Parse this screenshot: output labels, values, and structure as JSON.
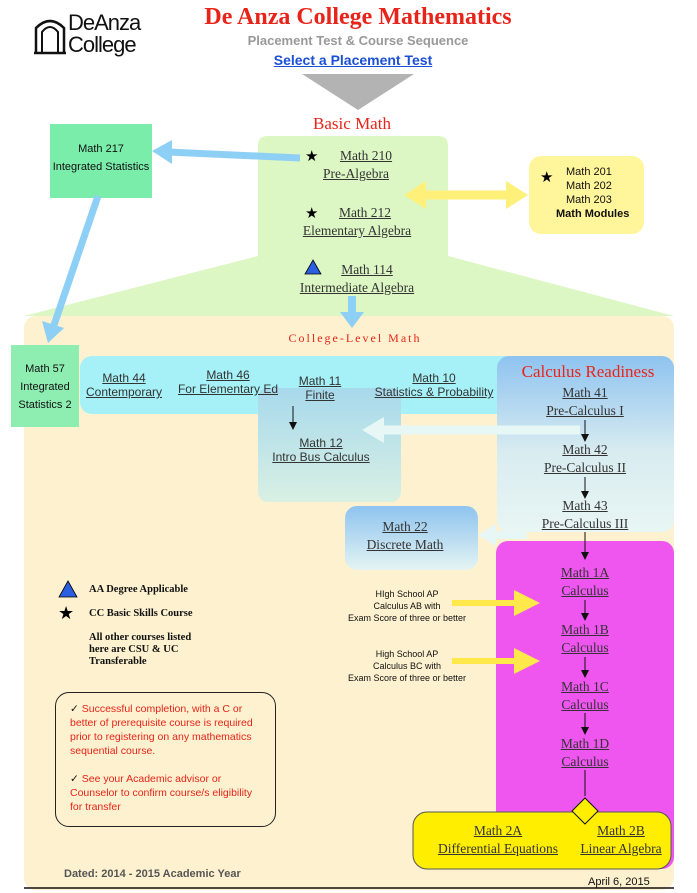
{
  "header": {
    "logo_line1": "DeAnza",
    "logo_line2": "College",
    "title": "De Anza College Mathematics",
    "subtitle": "Placement Test & Course Sequence",
    "placement_link": "Select a Placement Test"
  },
  "basic_math": {
    "heading": "Basic Math",
    "courses": [
      {
        "code": "Math 210",
        "name": "Pre-Algebra",
        "marker": "star-icon"
      },
      {
        "code": "Math 212",
        "name": "Elementary Algebra",
        "marker": "star-icon"
      },
      {
        "code": "Math 114",
        "name": "Intermediate Algebra",
        "marker": "triangle-icon"
      }
    ]
  },
  "modules": {
    "lines": [
      "Math 201",
      "Math 202",
      "Math 203"
    ],
    "label": "Math Modules"
  },
  "math217": {
    "code": "Math 217",
    "name": "Integrated Statistics"
  },
  "math57": {
    "code": "Math 57",
    "name_line1": "Integrated",
    "name_line2": "Statistics 2"
  },
  "college_level": {
    "heading": "College-Level Math",
    "courses": [
      {
        "code": "Math 44",
        "name": "Contemporary"
      },
      {
        "code": "Math 46",
        "name": "For Elementary Ed"
      },
      {
        "code": "Math 11",
        "name": "Finite"
      },
      {
        "code": "Math 10",
        "name": "Statistics & Probability"
      },
      {
        "code": "Math 12",
        "name": "Intro Bus Calculus"
      },
      {
        "code": "Math 22",
        "name": "Discrete Math"
      }
    ]
  },
  "calculus_readiness": {
    "heading": "Calculus Readiness",
    "courses": [
      {
        "code": "Math 41",
        "name": "Pre-Calculus I"
      },
      {
        "code": "Math 42",
        "name": "Pre-Calculus II"
      },
      {
        "code": "Math 43",
        "name": "Pre-Calculus III"
      }
    ]
  },
  "calculus": {
    "courses": [
      {
        "code": "Math 1A",
        "name": "Calculus"
      },
      {
        "code": "Math 1B",
        "name": "Calculus"
      },
      {
        "code": "Math 1C",
        "name": "Calculus"
      },
      {
        "code": "Math 1D",
        "name": "Calculus"
      }
    ]
  },
  "advanced": {
    "courses": [
      {
        "code": "Math 2A",
        "name": "Differential Equations"
      },
      {
        "code": "Math 2B",
        "name": "Linear Algebra"
      }
    ]
  },
  "ap": {
    "ab": [
      "HIgh School AP",
      "Calculus AB with",
      "Exam Score of three or better"
    ],
    "bc": [
      "High School AP",
      "Calculus BC with",
      "Exam Score of three or better"
    ]
  },
  "legend": {
    "aa": "AA Degree Applicable",
    "cc": "CC Basic Skills Course",
    "other": [
      "All other courses listed",
      "here are CSU & UC",
      "Transferable"
    ]
  },
  "notes": {
    "note1": "Successful completion, with a C or better of prerequisite course is required prior to registering on any mathematics sequential course.",
    "note2": "See your Academic advisor or Counselor to confirm course/s eligibility for transfer",
    "check": "✓"
  },
  "footer": {
    "dated": "Dated: 2014 - 2015 Academic Year",
    "date": "April 6, 2015"
  },
  "colors": {
    "title_red": "#e8241a",
    "link_blue": "#1a4fd6",
    "basic_green": "#dcf7c4",
    "college_beige": "#fdf1cf",
    "calc_magenta": "#ef56f0",
    "mod_yellow": "#fff59a",
    "arrow_blue": "#8dcff5",
    "arrow_yellow": "#fff07a"
  }
}
